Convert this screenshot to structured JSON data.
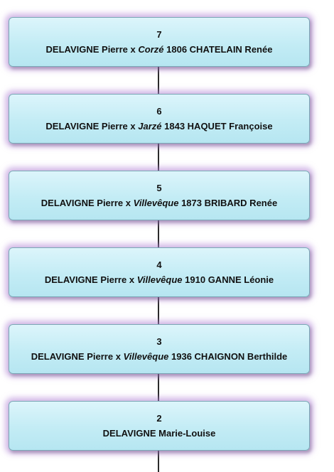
{
  "nodes": [
    {
      "generation": "7",
      "husband": "DELAVIGNE Pierre",
      "sep": "x",
      "place": "Corzé",
      "year": "1806",
      "wife": "CHATELAIN Renée"
    },
    {
      "generation": "6",
      "husband": "DELAVIGNE Pierre",
      "sep": "x",
      "place": "Jarzé",
      "year": "1843",
      "wife": "HAQUET Françoise"
    },
    {
      "generation": "5",
      "husband": "DELAVIGNE Pierre",
      "sep": "x",
      "place": "Villevêque",
      "year": "1873",
      "wife": "BRIBARD Renée"
    },
    {
      "generation": "4",
      "husband": "DELAVIGNE Pierre",
      "sep": "x",
      "place": "Villevêque",
      "year": "1910",
      "wife": "GANNE Léonie"
    },
    {
      "generation": "3",
      "husband": "DELAVIGNE Pierre",
      "sep": "x",
      "place": "Villevêque",
      "year": "1936",
      "wife": "CHAIGNON Berthilde"
    },
    {
      "generation": "2",
      "husband": "DELAVIGNE Marie-Louise"
    }
  ],
  "colors": {
    "box_fill": "#c3ecf5",
    "box_border": "#7aa7b6",
    "glow": "#b084d6",
    "connector": "#2a2a2a"
  }
}
